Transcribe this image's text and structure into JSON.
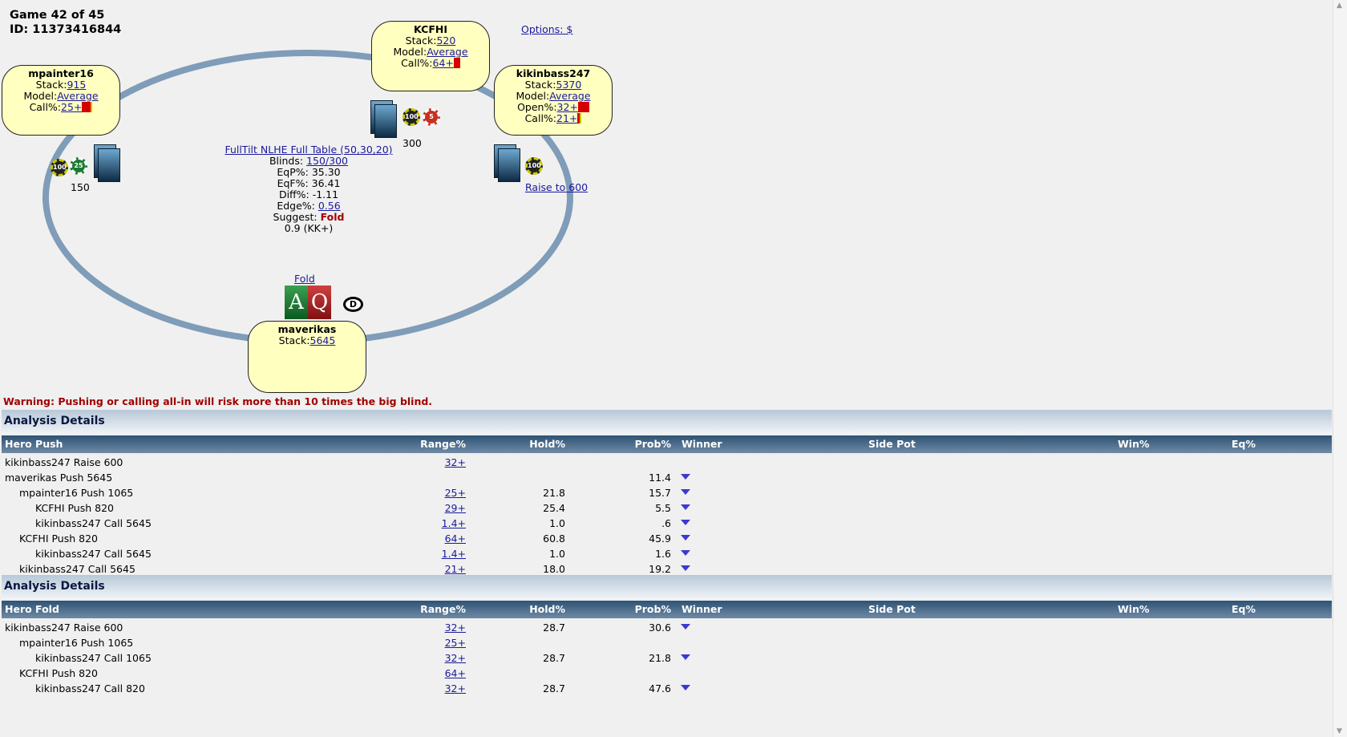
{
  "header": {
    "game": "Game 42 of 45",
    "id": "ID: 11373416844",
    "options": "Options: $"
  },
  "seats": {
    "kcfhi": {
      "name": "KCFHI",
      "stack_label": "Stack:",
      "stack": "520",
      "model_label": "Model:",
      "model": "Average",
      "call_label": "Call%:",
      "call": "64+"
    },
    "mpainter": {
      "name": "mpainter16",
      "stack_label": "Stack:",
      "stack": "915",
      "model_label": "Model:",
      "model": "Average",
      "call_label": "Call%:",
      "call": "25+"
    },
    "kikin": {
      "name": "kikinbass247",
      "stack_label": "Stack:",
      "stack": "5370",
      "model_label": "Model:",
      "model": "Average",
      "open_label": "Open%:",
      "open": "32+",
      "call_label": "Call%:",
      "call": "21+"
    },
    "hero": {
      "name": "maverikas",
      "stack_label": "Stack:",
      "stack": "5645"
    }
  },
  "bets": {
    "kcfhi": "300",
    "mpainter": "150",
    "kikin_action": "Raise to 600",
    "hero_action": "Fold",
    "chips": {
      "c100": "100",
      "c25": "25",
      "c5": "5"
    }
  },
  "hero_cards": [
    "A",
    "Q"
  ],
  "dealer": "D",
  "center": {
    "table": "FullTilt NLHE Full Table (50,30,20)",
    "blinds_label": "Blinds:",
    "blinds": "150/300",
    "eqp": "EqP%: 35.30",
    "eqf": "EqF%: 36.41",
    "diff": "Diff%: -1.11",
    "edge_label": "Edge%:",
    "edge": "0.56",
    "suggest_label": "Suggest:",
    "suggest": "Fold",
    "extra": "0.9 (KK+)"
  },
  "warning": "Warning: Pushing or calling all-in will risk more than 10 times the big blind.",
  "tables": [
    {
      "title": "Analysis Details",
      "columns": [
        "Hero Push",
        "Range%",
        "Hold%",
        "Prob%",
        "Winner",
        "Side Pot",
        "Win%",
        "Eq%"
      ],
      "rows": [
        {
          "label": "kikinbass247 Raise 600",
          "level": 0,
          "range": "32+",
          "hold": "",
          "prob": "",
          "winner": false
        },
        {
          "label": "maverikas Push 5645",
          "level": 0,
          "range": "",
          "hold": "",
          "prob": "11.4",
          "winner": true
        },
        {
          "label": "mpainter16 Push 1065",
          "level": 1,
          "range": "25+",
          "hold": "21.8",
          "prob": "15.7",
          "winner": true
        },
        {
          "label": "KCFHI Push 820",
          "level": 2,
          "range": "29+",
          "hold": "25.4",
          "prob": "5.5",
          "winner": true
        },
        {
          "label": "kikinbass247 Call 5645",
          "level": 2,
          "range": "1.4+",
          "hold": "1.0",
          "prob": ".6",
          "winner": true
        },
        {
          "label": "KCFHI Push 820",
          "level": 1,
          "range": "64+",
          "hold": "60.8",
          "prob": "45.9",
          "winner": true
        },
        {
          "label": "kikinbass247 Call 5645",
          "level": 2,
          "range": "1.4+",
          "hold": "1.0",
          "prob": "1.6",
          "winner": true
        },
        {
          "label": "kikinbass247 Call 5645",
          "level": 1,
          "range": "21+",
          "hold": "18.0",
          "prob": "19.2",
          "winner": true
        }
      ]
    },
    {
      "title": "Analysis Details",
      "columns": [
        "Hero Fold",
        "Range%",
        "Hold%",
        "Prob%",
        "Winner",
        "Side Pot",
        "Win%",
        "Eq%"
      ],
      "rows": [
        {
          "label": "kikinbass247 Raise 600",
          "level": 0,
          "range": "32+",
          "hold": "28.7",
          "prob": "30.6",
          "winner": true
        },
        {
          "label": "mpainter16 Push 1065",
          "level": 1,
          "range": "25+",
          "hold": "",
          "prob": "",
          "winner": false
        },
        {
          "label": "kikinbass247 Call 1065",
          "level": 2,
          "range": "32+",
          "hold": "28.7",
          "prob": "21.8",
          "winner": true
        },
        {
          "label": "KCFHI Push 820",
          "level": 1,
          "range": "64+",
          "hold": "",
          "prob": "",
          "winner": false
        },
        {
          "label": "kikinbass247 Call 820",
          "level": 2,
          "range": "32+",
          "hold": "28.7",
          "prob": "47.6",
          "winner": true
        }
      ]
    }
  ]
}
